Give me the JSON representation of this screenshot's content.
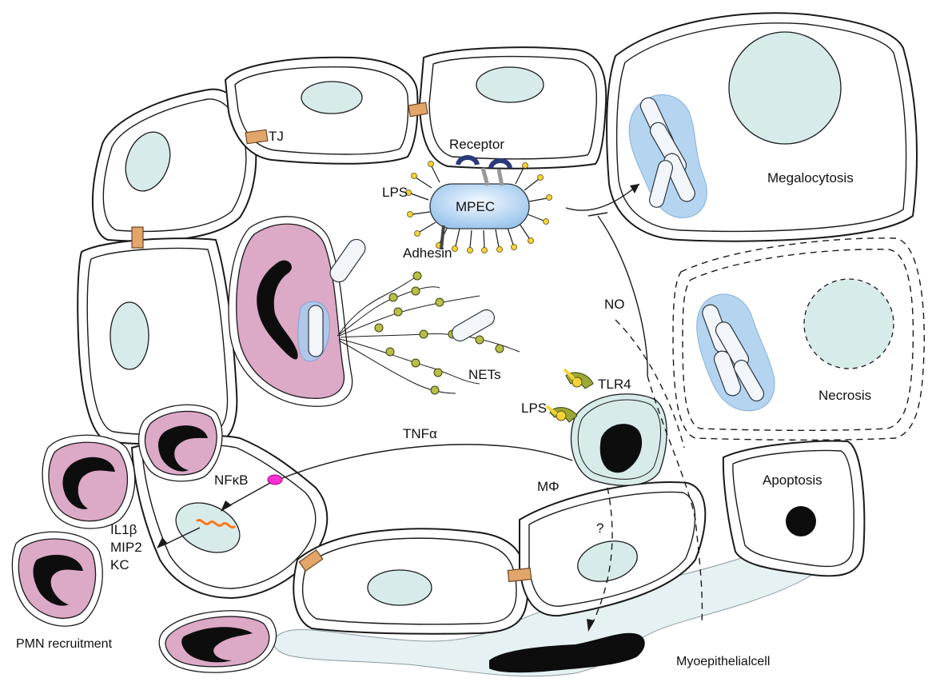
{
  "labels": {
    "tj": "TJ",
    "receptor": "Receptor",
    "lps_top": "LPS",
    "mpec": "MPEC",
    "adhesin": "Adhesin",
    "megalocytosis": "Megalocytosis",
    "necrosis": "Necrosis",
    "apoptosis": "Apoptosis",
    "nets": "NETs",
    "no": "NO",
    "tlr4": "TLR4",
    "lps_mac": "LPS",
    "tnf": "TNFα",
    "mphi": "MΦ",
    "nfkb": "NFκB",
    "il1b": "IL1β",
    "mip2": "MIP2",
    "kc": "KC",
    "question": "?",
    "pmn_recruitment": "PMN recruitment",
    "myoepithelial": "Myoepithelialcell"
  },
  "colors": {
    "nucleus": "#d7ebea",
    "tight_junction": "#e2a56a",
    "neutrophil": "#dca9c6",
    "bacteria_glow": "#a9cdee",
    "net_bead": "#b7c046",
    "tlr4": "#9aa835",
    "nfkb": "#ff2fd0",
    "dna": "#ff7a1a",
    "myoepithelial": "#e6f1f4"
  }
}
